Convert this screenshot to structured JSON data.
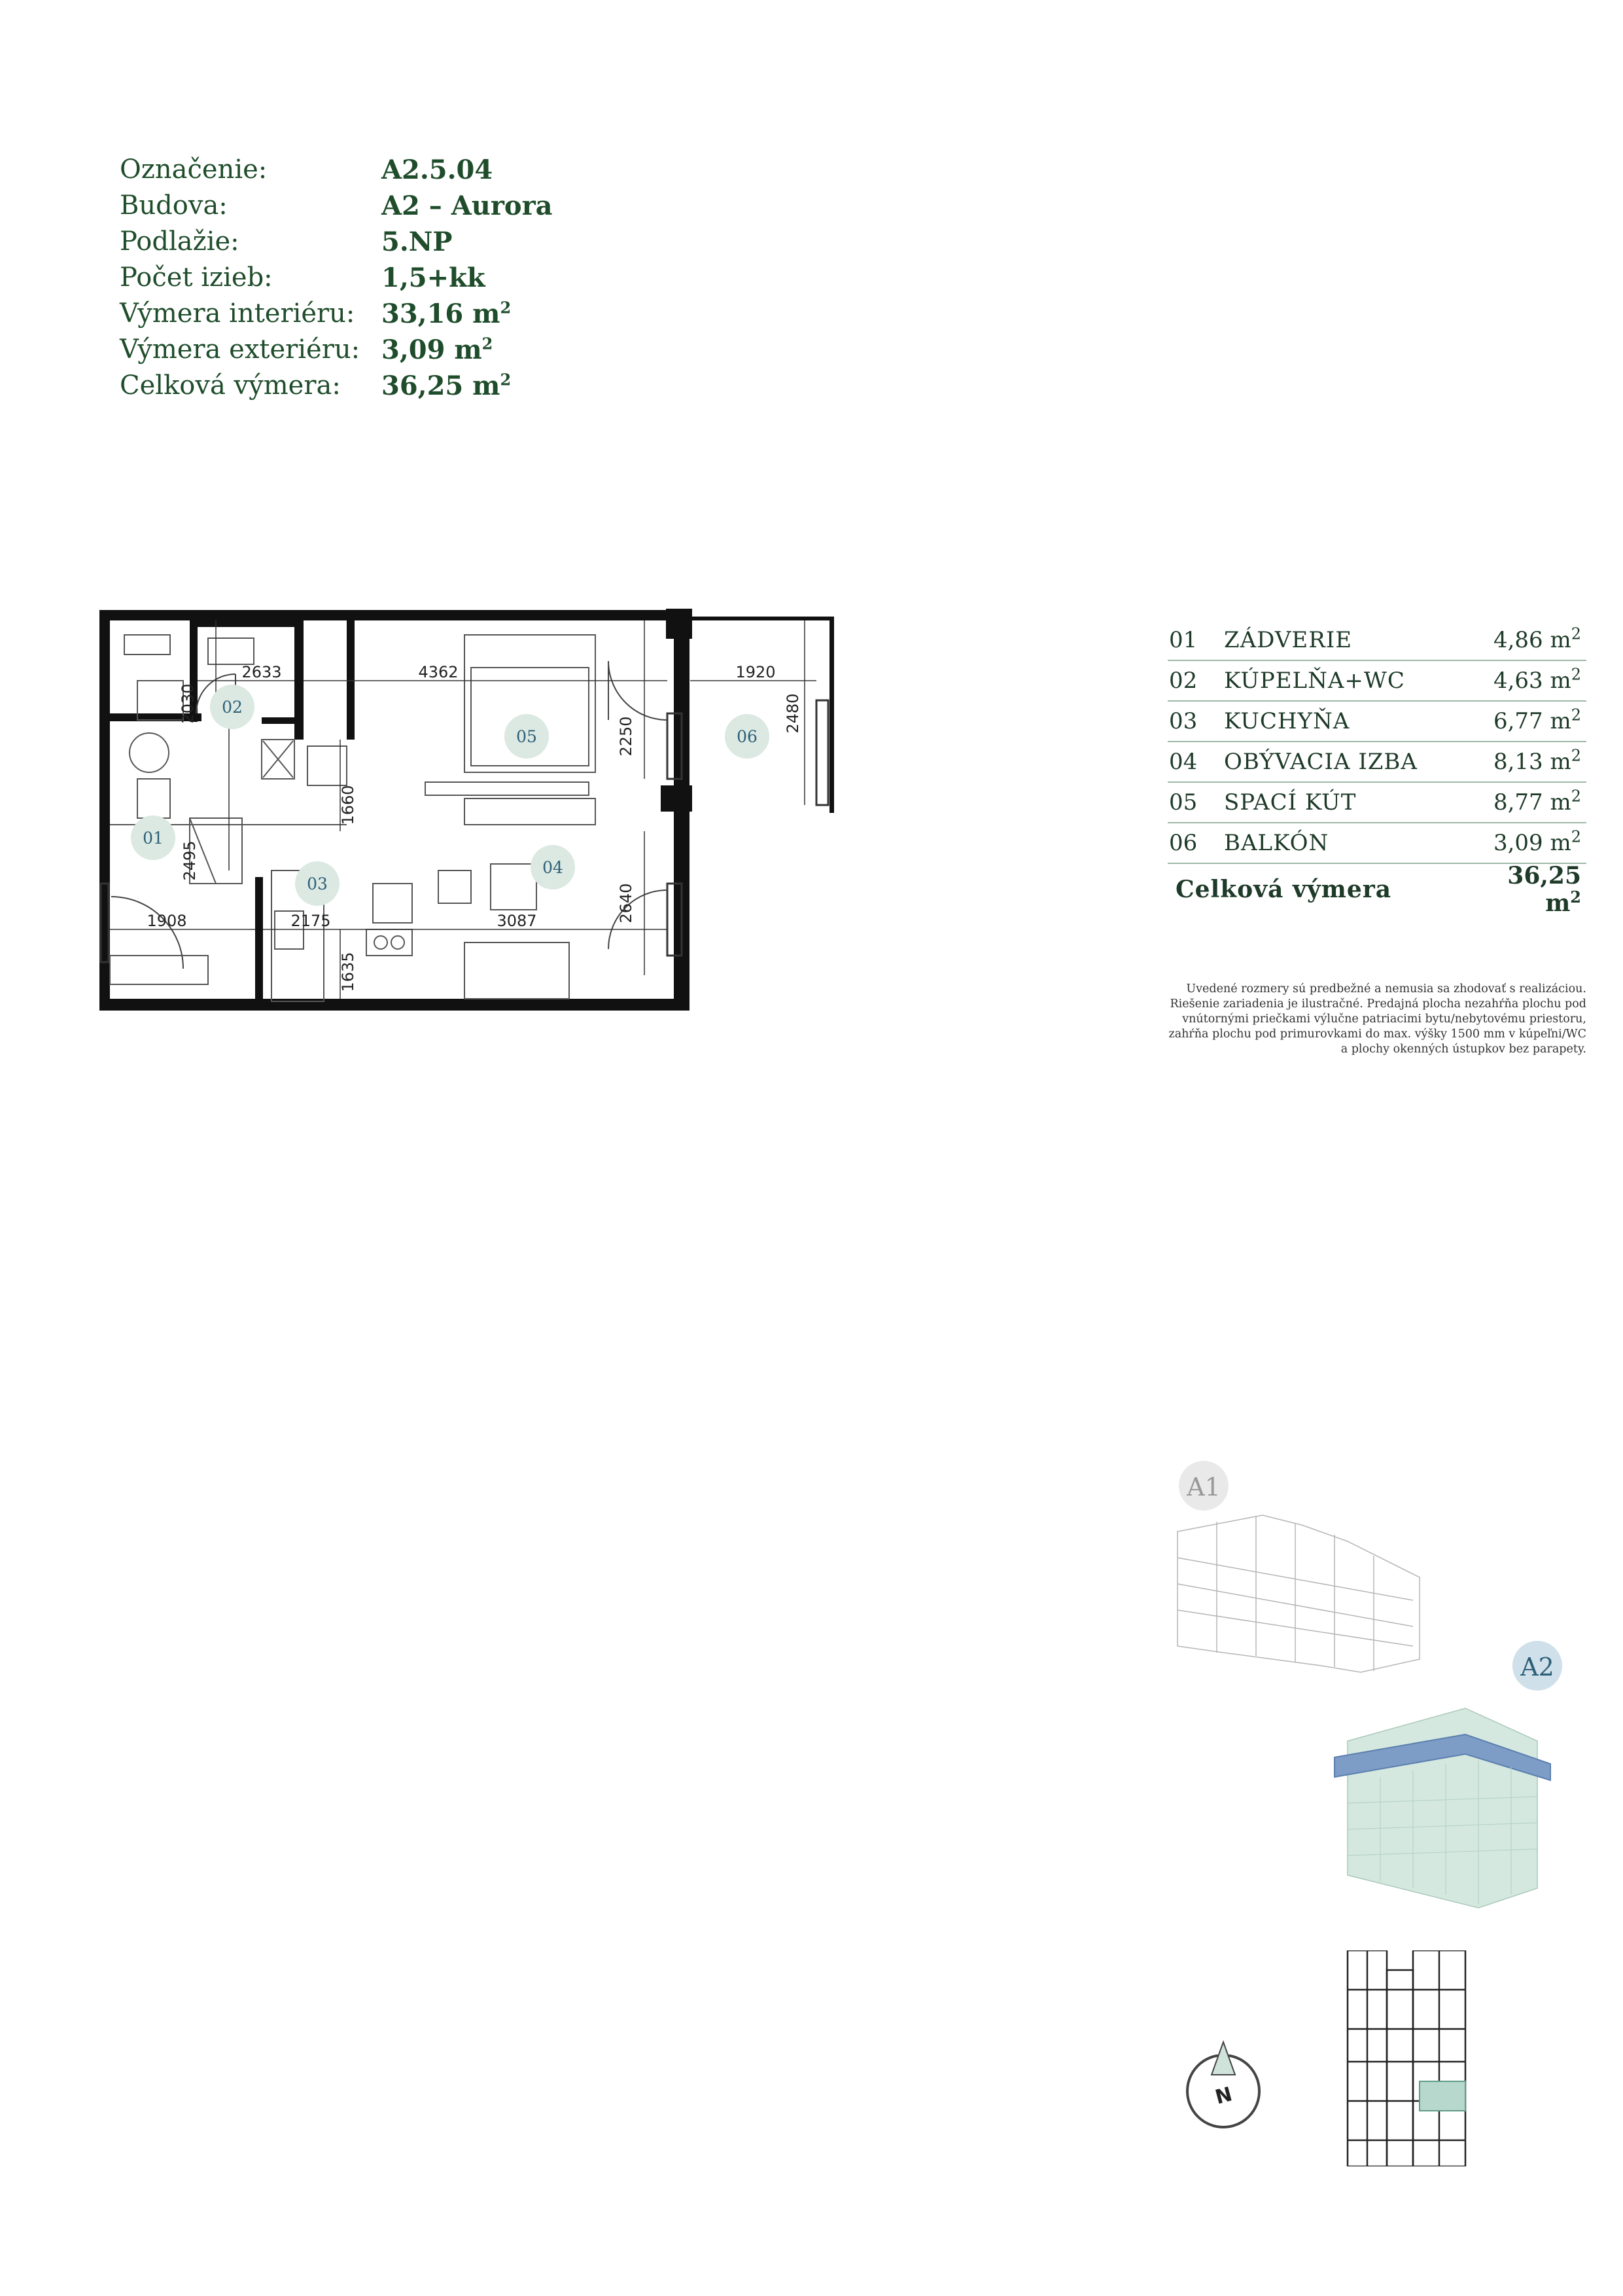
{
  "info": [
    {
      "label": "Označenie:",
      "value": "A2.5.04",
      "sup": ""
    },
    {
      "label": "Budova:",
      "value": "A2 – Aurora",
      "sup": ""
    },
    {
      "label": "Podlažie:",
      "value": "5.NP",
      "sup": ""
    },
    {
      "label": "Počet izieb:",
      "value": "1,5+kk",
      "sup": ""
    },
    {
      "label": "Výmera interiéru:",
      "value": "33,16 m",
      "sup": "2"
    },
    {
      "label": "Výmera exteriéru:",
      "value": "3,09 m",
      "sup": "2"
    },
    {
      "label": "Celková výmera:",
      "value": "36,25 m",
      "sup": "2"
    }
  ],
  "plan": {
    "room_tags": [
      "01",
      "02",
      "03",
      "04",
      "05",
      "06"
    ],
    "dims": [
      "2633",
      "4362",
      "1920",
      "2030",
      "2250",
      "2480",
      "2495",
      "1660",
      "2640",
      "1908",
      "2175",
      "3087",
      "1635"
    ],
    "colors": {
      "wall": "#111111",
      "line": "#555555",
      "tag_fill": "#dbe9e2",
      "tag_text": "#2e5f78"
    }
  },
  "rooms": [
    {
      "num": "01",
      "name": "ZÁDVERIE",
      "area": "4,86 m",
      "sup": "2"
    },
    {
      "num": "02",
      "name": "KÚPELŇA+WC",
      "area": "4,63 m",
      "sup": "2"
    },
    {
      "num": "03",
      "name": "KUCHYŇA",
      "area": "6,77 m",
      "sup": "2"
    },
    {
      "num": "04",
      "name": "OBÝVACIA IZBA",
      "area": "8,13 m",
      "sup": "2"
    },
    {
      "num": "05",
      "name": "SPACÍ KÚT",
      "area": "8,77 m",
      "sup": "2"
    },
    {
      "num": "06",
      "name": "BALKÓN",
      "area": "3,09 m",
      "sup": "2"
    }
  ],
  "total": {
    "label": "Celková výmera",
    "value": "36,25 m",
    "sup": "2"
  },
  "note": [
    "Uvedené rozmery sú predbežné a nemusia sa zhodovať s realizáciou.",
    "Riešenie zariadenia je ilustračné. Predajná plocha nezahŕňa plochu pod",
    "vnútornými priečkami výlučne patriacimi bytu/nebytovému priestoru,",
    "zahŕňa plochu pod primurovkami do max. výšky 1500 mm v kúpeľni/WC",
    "a plochy okenných ústupkov bez parapety."
  ],
  "buildings": {
    "a1": "A1",
    "a2": "A2",
    "highlight": "#5b7fb0",
    "mint": "#cfe3da"
  },
  "compass": {
    "letter": "N"
  }
}
